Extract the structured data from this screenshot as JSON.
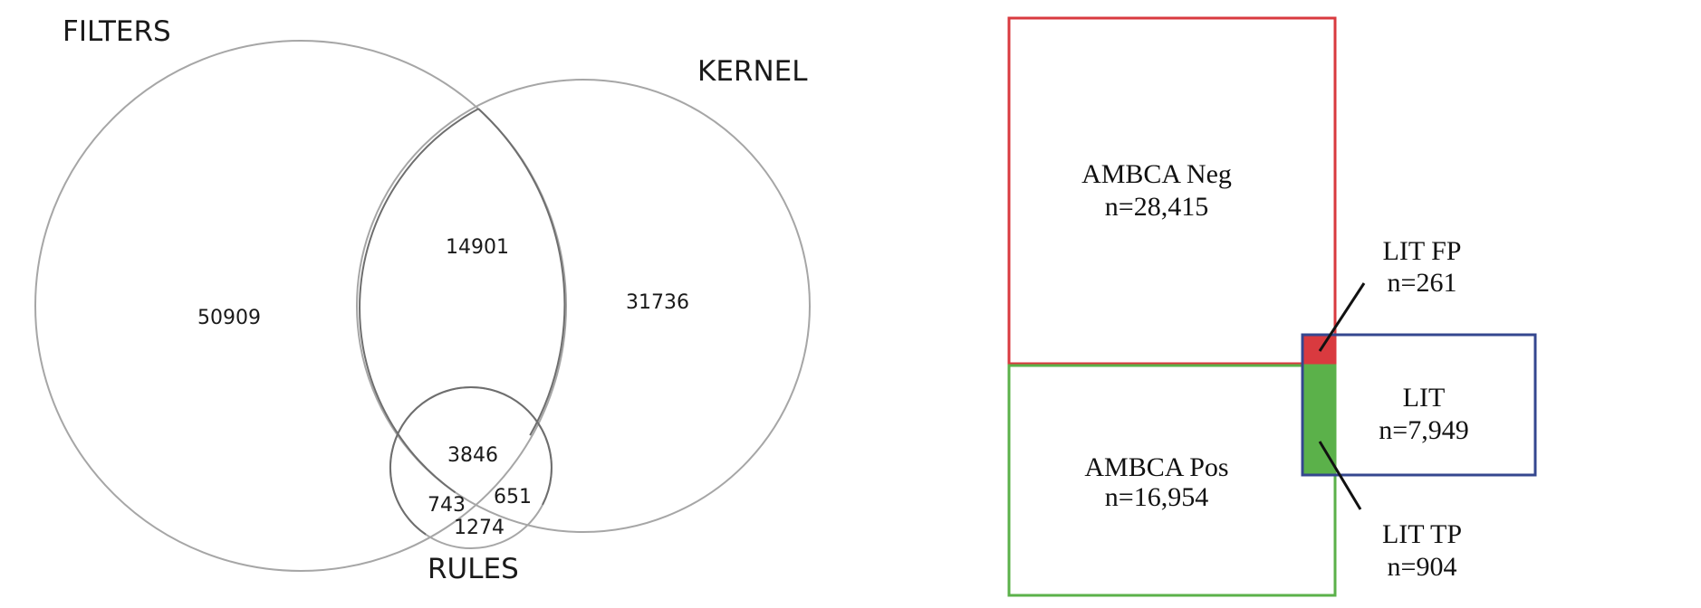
{
  "venn": {
    "sets": {
      "filters": "FILTERS",
      "kernel": "KERNEL",
      "rules": "RULES"
    },
    "regions": {
      "filters_only": "50909",
      "filters_kernel": "14901",
      "kernel_only": "31736",
      "all_three": "3846",
      "filters_rules": "743",
      "kernel_rules": "651",
      "rules_only": "1274"
    }
  },
  "boxes": {
    "ambca_neg": {
      "name": "AMBCA Neg",
      "count": "n=28,415"
    },
    "ambca_pos": {
      "name": "AMBCA Pos",
      "count": "n=16,954"
    },
    "lit": {
      "name": "LIT",
      "count": "n=7,949"
    },
    "lit_fp": {
      "name": "LIT FP",
      "count": "n=261"
    },
    "lit_tp": {
      "name": "LIT TP",
      "count": "n=904"
    }
  },
  "colors": {
    "neg": "#d93a3f",
    "pos": "#5bb14a",
    "lit": "#35478f",
    "circle_light": "#a6a6a6",
    "circle_dark": "#6e6e6e"
  }
}
